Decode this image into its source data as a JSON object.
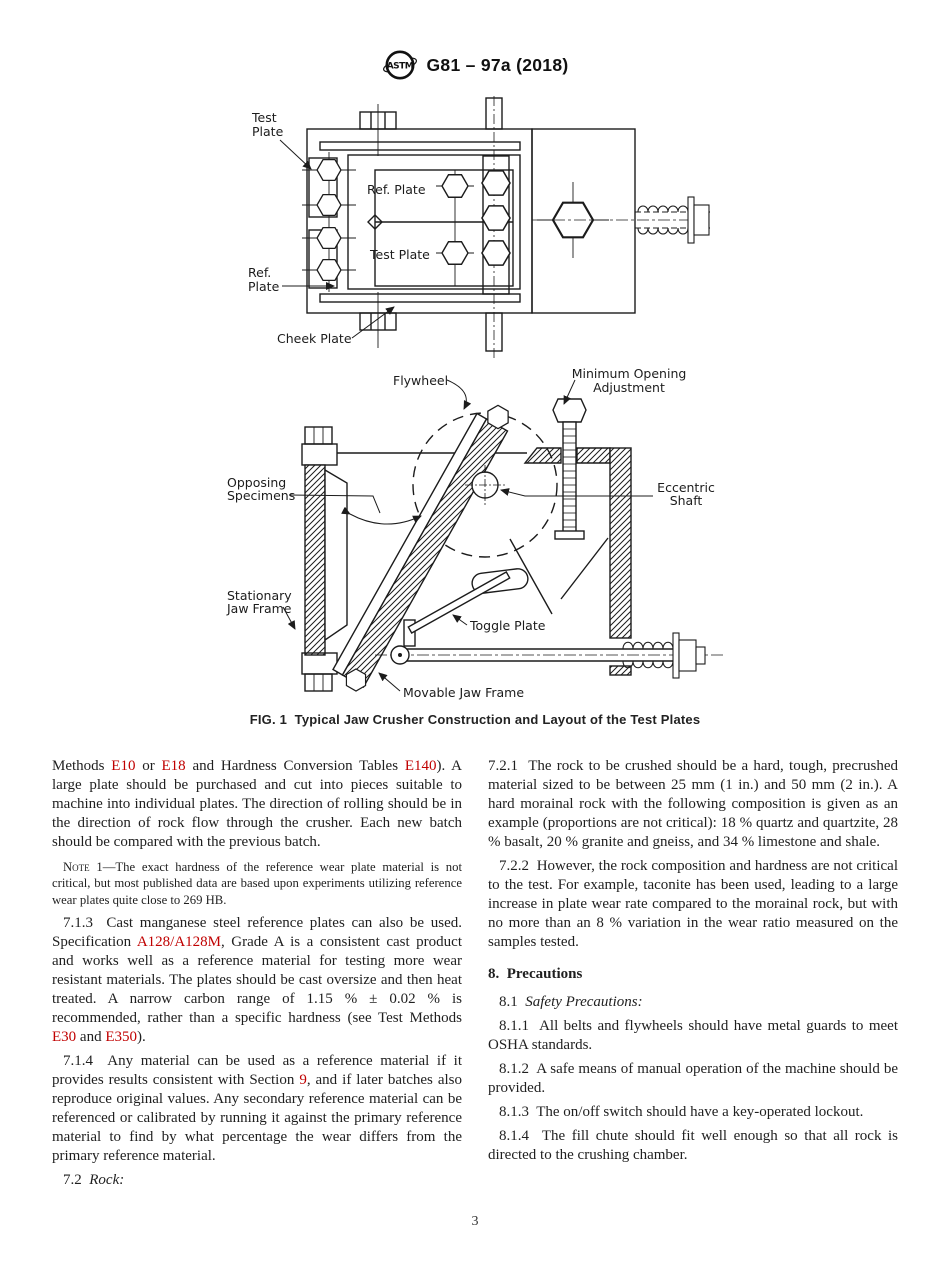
{
  "colors": {
    "link_red": "#c00000",
    "text": "#1f1f1f"
  },
  "header": {
    "logo_text": "ASTM",
    "standard_designation": "G81 – 97a (2018)"
  },
  "figure": {
    "caption": "FIG. 1  Typical Jaw Crusher Construction and Layout of the Test Plates",
    "top_view": {
      "test_plate_label": [
        "Test",
        "Plate"
      ],
      "ref_plate_label": [
        "Ref.",
        "Plate"
      ],
      "cheek_plate_label": "Cheek Plate",
      "ref_plate_inner": "Ref. Plate",
      "test_plate_inner": "Test Plate"
    },
    "side_view": {
      "flywheel": "Flywheel",
      "minimum_opening": [
        "Minimum Opening",
        "Adjustment"
      ],
      "opposing_specimens": [
        "Opposing",
        "Specimens"
      ],
      "eccentric_shaft": [
        "Eccentric",
        "Shaft"
      ],
      "stationary_jaw_frame": [
        "Stationary",
        "Jaw Frame"
      ],
      "toggle_plate": "Toggle Plate",
      "movable_jaw_frame": "Movable Jaw Frame"
    }
  },
  "content": {
    "left": [
      {
        "segments": [
          {
            "t": "Methods "
          },
          {
            "t": "E10",
            "link": true
          },
          {
            "t": " or "
          },
          {
            "t": "E18",
            "link": true
          },
          {
            "t": " and Hardness Conversion Tables "
          },
          {
            "t": "E140",
            "link": true
          },
          {
            "t": "). A large plate should be purchased and cut into pieces suitable to machine into individual plates. The direction of rolling should be in the direction of rock flow through the crusher. Each new batch should be compared with the previous batch."
          }
        ]
      },
      {
        "segments": [
          {
            "t": "Note",
            "sc": true
          },
          {
            "t": " 1—The exact hardness of the reference wear plate material is not critical, but most published data are based upon experiments utilizing reference wear plates quite close to 269 HB."
          }
        ]
      },
      {
        "segments": [
          {
            "t": "7.1.3  Cast manganese steel reference plates can also be used. Specification "
          },
          {
            "t": "A128/A128M",
            "link": true
          },
          {
            "t": ", Grade A is a consistent cast product and works well as a reference material for testing more wear resistant materials. The plates should be cast oversize and then heat treated. A narrow carbon range of 1.15 % ± 0.02 % is recommended, rather than a specific hardness (see Test Methods "
          },
          {
            "t": "E30",
            "link": true
          },
          {
            "t": " and "
          },
          {
            "t": "E350",
            "link": true
          },
          {
            "t": ")."
          }
        ]
      },
      {
        "segments": [
          {
            "t": "7.1.4  Any material can be used as a reference material if it provides results consistent with Section "
          },
          {
            "t": "9",
            "link": true
          },
          {
            "t": ", and if later batches also reproduce original values. Any secondary reference material can be referenced or calibrated by running it against the primary reference material to find by what percentage the wear differs from the primary reference material."
          }
        ]
      },
      {
        "segments": [
          {
            "t": "7.2  "
          },
          {
            "t": "Rock:",
            "i": true
          }
        ]
      }
    ],
    "right": [
      {
        "segments": [
          {
            "t": "7.2.1  The rock to be crushed should be a hard, tough, precrushed material sized to be between 25 mm (1 in.) and 50 mm (2 in.). A hard morainal rock with the following composition is given as an example (proportions are not critical): 18 % quartz and quartzite, 28 % basalt, 20 % granite and gneiss, and 34 % limestone and shale."
          }
        ]
      },
      {
        "segments": [
          {
            "t": "7.2.2  However, the rock composition and hardness are not critical to the test. For example, taconite has been used, leading to a large increase in plate wear rate compared to the morainal rock, but with no more than an 8 % variation in the wear ratio measured on the samples tested."
          }
        ]
      },
      {
        "segments": [
          {
            "t": "8.  Precautions"
          }
        ]
      },
      {
        "segments": [
          {
            "t": "8.1  "
          },
          {
            "t": "Safety Precautions:",
            "i": true
          }
        ]
      },
      {
        "segments": [
          {
            "t": "8.1.1  All belts and flywheels should have metal guards to meet OSHA standards."
          }
        ]
      },
      {
        "segments": [
          {
            "t": "8.1.2  A safe means of manual operation of the machine should be provided."
          }
        ]
      },
      {
        "segments": [
          {
            "t": "8.1.3  The on/off switch should have a key-operated lockout."
          }
        ]
      },
      {
        "segments": [
          {
            "t": "8.1.4  The fill chute should fit well enough so that all rock is directed to the crushing chamber."
          }
        ]
      }
    ]
  },
  "footer": {
    "page_number": "3"
  }
}
